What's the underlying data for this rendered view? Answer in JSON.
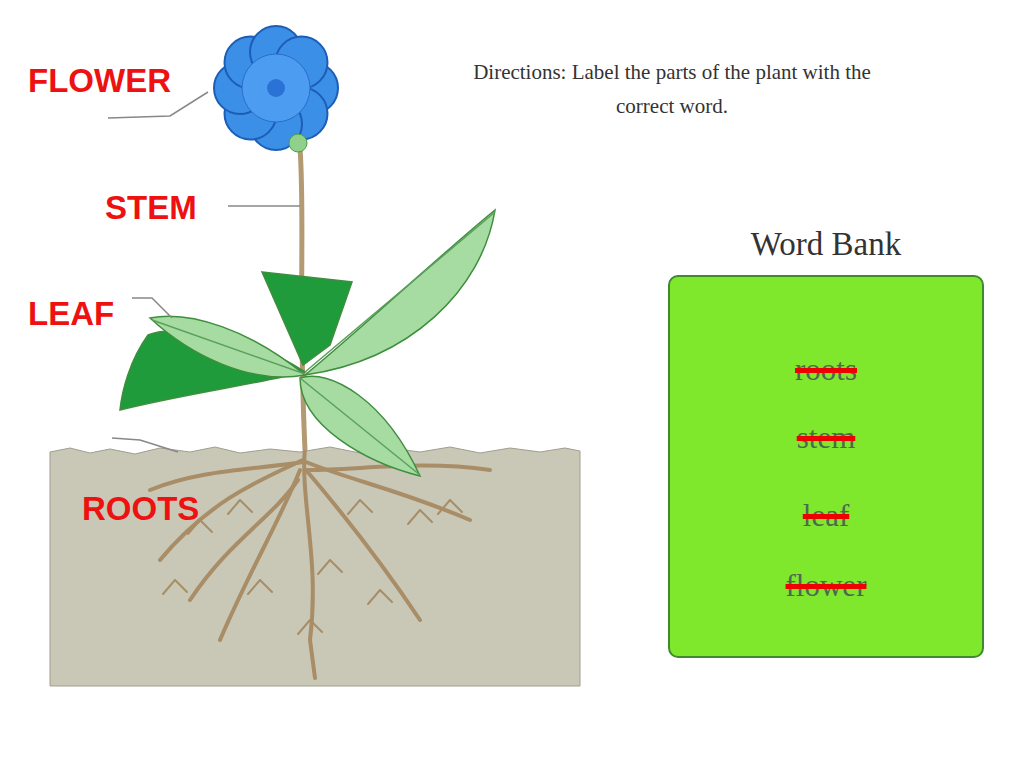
{
  "diagram": {
    "nodes": [
      {
        "text": [
          "Word Bank",
          "roots",
          "stem",
          "leaf",
          "flower"
        ]
      }
    ],
    "labels": [
      "FLOWER",
      "STEM",
      "LEAF",
      "ROOTS",
      "Directions: Label the parts of the plant with the correct word."
    ]
  }
}
